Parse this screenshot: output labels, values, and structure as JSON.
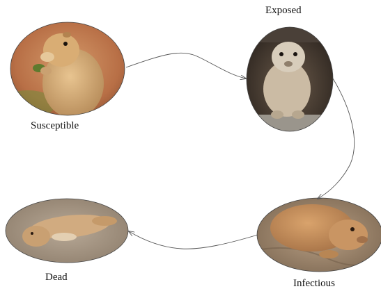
{
  "stages": [
    {
      "id": "susceptible",
      "label": "Susceptible",
      "image": "prairie-dog-eating-photo"
    },
    {
      "id": "exposed",
      "label": "Exposed",
      "image": "prairie-dog-in-burrow-photo"
    },
    {
      "id": "infectious",
      "label": "Infectious",
      "image": "sick-prairie-dog-lying-photo"
    },
    {
      "id": "dead",
      "label": "Dead",
      "image": "dead-prairie-dog-photo"
    }
  ],
  "transitions": [
    {
      "from": "susceptible",
      "to": "exposed"
    },
    {
      "from": "exposed",
      "to": "infectious"
    },
    {
      "from": "infectious",
      "to": "dead"
    }
  ],
  "colors": {
    "background": "#ffffff",
    "arrow": "#555555",
    "label": "#111111"
  }
}
